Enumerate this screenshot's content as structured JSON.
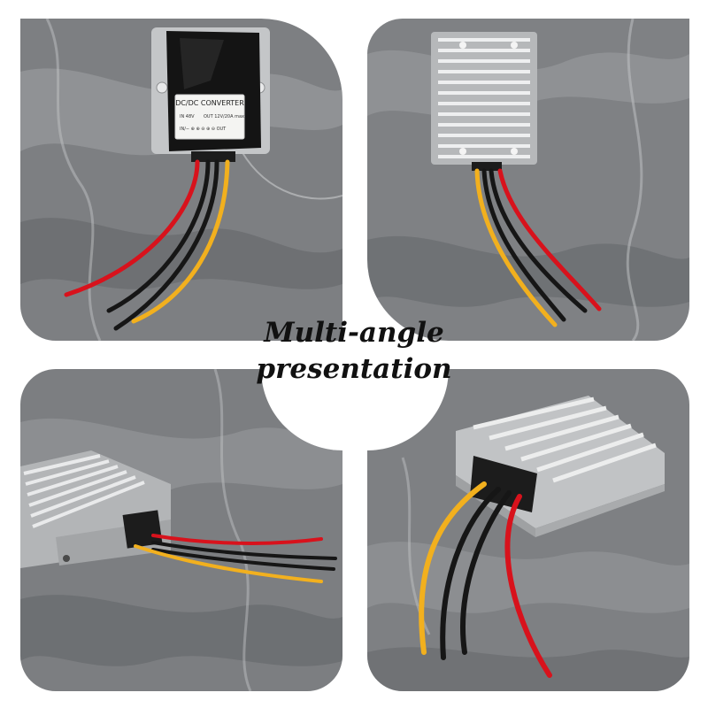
{
  "caption": {
    "line1": "Multi-angle",
    "line2": "presentation"
  },
  "product_label": {
    "title": "DC/DC CONVERTER",
    "input": "IN 48V",
    "output": "OUT 12V/20A max",
    "symbols": "IN/− ⊕ ⊕ ⊖ ⊕ ⊖ OUT"
  },
  "colors": {
    "marble_base": "#7d7f82",
    "marble_light": "#a9abad",
    "marble_dark": "#54575a",
    "housing": "#c4c6c8",
    "fins": "#b6b8ba",
    "wire_red": "#d8121c",
    "wire_black": "#161616",
    "wire_yellow": "#f2b01e",
    "grommet": "#1c1c1c"
  },
  "views": [
    {
      "name": "front-label-view"
    },
    {
      "name": "top-heatsink-view"
    },
    {
      "name": "side-angle-view"
    },
    {
      "name": "front-angle-view"
    }
  ]
}
